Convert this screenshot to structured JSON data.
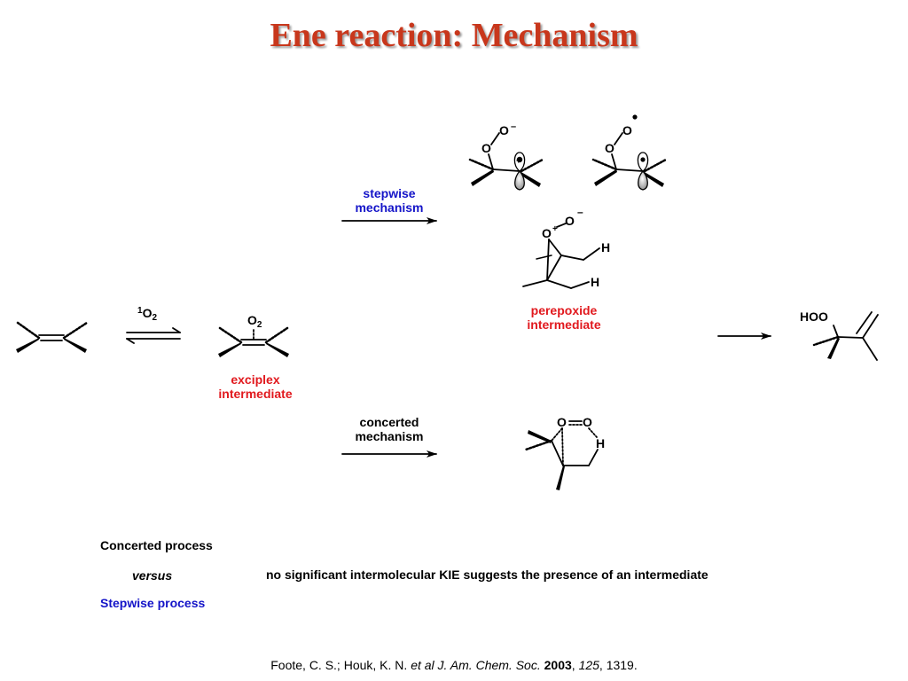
{
  "title": "Ene reaction: Mechanism",
  "labels": {
    "stepwise_line1": "stepwise",
    "stepwise_line2": "mechanism",
    "concerted_line1": "concerted",
    "concerted_line2": "mechanism",
    "exciplex_line1": "exciplex",
    "exciplex_line2": "intermediate",
    "perepoxide_line1": "perepoxide",
    "perepoxide_line2": "intermediate",
    "reagent_mass": "1",
    "reagent_symbol": "O",
    "reagent_count": "2"
  },
  "atoms": {
    "o": "O",
    "h": "H",
    "hoo": "HOO",
    "minus": "–",
    "plus": "+",
    "o2_symbol": "O",
    "o2_count": "2"
  },
  "footer": {
    "concerted": "Concerted process",
    "versus": "versus",
    "stepwise": "Stepwise process",
    "kie_note": "no significant intermolecular KIE suggests the presence of an intermediate"
  },
  "citation": {
    "authors": "Foote, C. S.; Houk, K. N. ",
    "etal": "et al",
    "journal": "J. Am. Chem. Soc.",
    "year": "2003",
    "volume": "125",
    "pages": ", 1319."
  },
  "colors": {
    "title": "#c8371c",
    "stepwise_blue": "#1414c8",
    "intermediate_red": "#e1191e"
  }
}
